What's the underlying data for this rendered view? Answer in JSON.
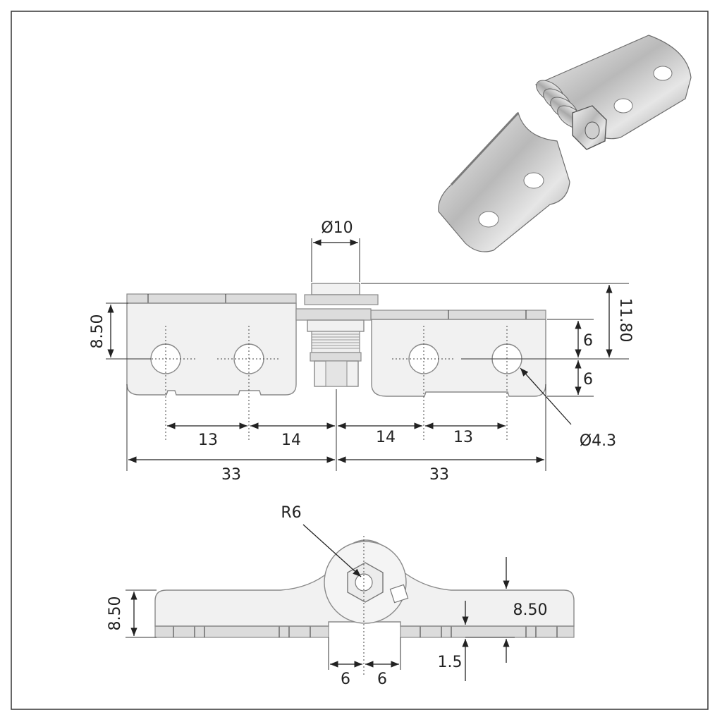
{
  "photo": {
    "icon": "hinge-photo-icon"
  },
  "front_view": {
    "pin_diameter": "Ø10",
    "left_height": "8.50",
    "total_height": "11.80",
    "hole_upper": "6",
    "hole_lower": "6",
    "hole_diameter": "Ø4.3",
    "left_spacing_outer": "13",
    "left_spacing_inner": "14",
    "right_spacing_inner": "14",
    "right_spacing_outer": "13",
    "left_width": "33",
    "right_width": "33"
  },
  "side_view": {
    "radius": "R6",
    "left_height": "8.50",
    "right_height": "8.50",
    "plate_thickness": "1.5",
    "gap_left": "6",
    "gap_right": "6"
  },
  "colors": {
    "outline": "#8a8a8a",
    "fill": "#f1f1f1",
    "dimension": "#222222",
    "frame": "#333333"
  }
}
